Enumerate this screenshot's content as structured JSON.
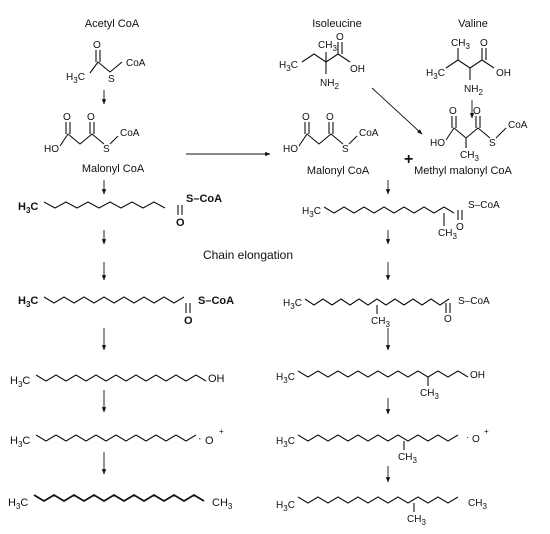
{
  "labels": {
    "acetyl_coa": "Acetyl CoA",
    "isoleucine": "Isoleucine",
    "valine": "Valine",
    "malonyl_coa_left": "Malonyl CoA",
    "malonyl_coa_right": "Malonyl CoA",
    "methyl_malonyl_coa": "Methyl malonyl CoA",
    "chain_elongation": "Chain elongation",
    "plus": "+"
  },
  "atoms": {
    "h3c": "H",
    "h3c_3": "3",
    "h3c_c": "C",
    "ch3": "CH",
    "ch3_3": "3",
    "nh2": "NH",
    "nh2_2": "2",
    "oh": "OH",
    "ho": "HO",
    "o": "O",
    "s": "S",
    "coa": "CoA",
    "s_coa": "S–CoA",
    "oxy_plus": "+",
    "oxy_dot": "·"
  }
}
